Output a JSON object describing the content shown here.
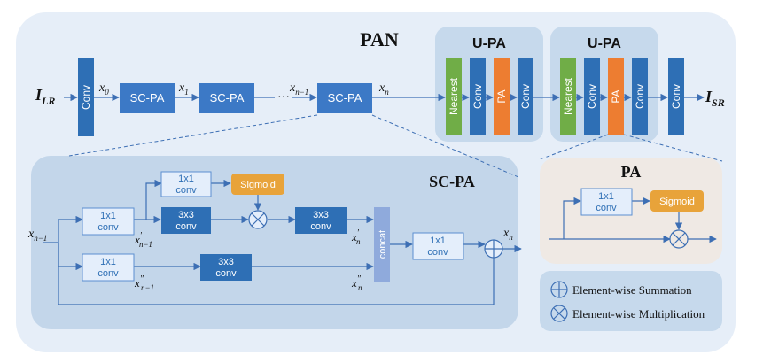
{
  "title": "PAN",
  "colors": {
    "outer_bg": "#e6eef8",
    "upa_bg": "#c6d9ec",
    "scpa_bg": "#c3d6ea",
    "pa_panel_bg": "#efe9e4",
    "legend_bg": "#c6d9ec",
    "dark_block": "#2e6fb5",
    "sc_block": "#3c79c6",
    "light_block_fill": "#e4eefb",
    "light_block_stroke": "#5b8fd0",
    "nearest_green": "#70ad47",
    "pa_orange": "#ed7d31",
    "sigmoid_gold": "#e8a33a",
    "concat_block": "#8faadc",
    "arrow": "#3d6fb4"
  },
  "main": {
    "input": {
      "base": "I",
      "sub": "LR"
    },
    "output": {
      "base": "I",
      "sub": "SR"
    },
    "conv": "Conv",
    "scpa_blocks": [
      "SC-PA",
      "SC-PA",
      "SC-PA"
    ],
    "x_labels": [
      {
        "base": "x",
        "sub": "0"
      },
      {
        "base": "x",
        "sub": "1"
      },
      {
        "base": "x",
        "sub": "n−1"
      },
      {
        "base": "x",
        "sub": "n"
      }
    ],
    "ellipsis": "···"
  },
  "upa": [
    {
      "label": "U-PA",
      "blocks": [
        "Nearest",
        "Conv",
        "PA",
        "Conv"
      ]
    },
    {
      "label": "U-PA",
      "blocks": [
        "Nearest",
        "Conv",
        "PA",
        "Conv"
      ]
    }
  ],
  "final_conv": "Conv",
  "scpa_detail": {
    "title": "SC-PA",
    "input": {
      "base": "x",
      "sub": "n−1"
    },
    "output": {
      "base": "x",
      "sub": "n"
    },
    "conv1x1_upper": [
      "1x1",
      "conv"
    ],
    "conv1x1_pa": [
      "1x1",
      "conv"
    ],
    "sigmoid": "Sigmoid",
    "conv3x3_a": [
      "3x3",
      "conv"
    ],
    "conv3x3_b": [
      "3x3",
      "conv"
    ],
    "conv1x1_lower": [
      "1x1",
      "conv"
    ],
    "conv3x3_lower": [
      "3x3",
      "conv"
    ],
    "concat": "concat",
    "conv1x1_out": [
      "1x1",
      "conv"
    ],
    "xp_label": {
      "base": "x",
      "sub": "n−1",
      "sup": "′"
    },
    "xpn_label": {
      "base": "x",
      "sub": "n",
      "sup": "′"
    },
    "xpp_label": {
      "base": "x",
      "sub": "n−1",
      "sup": "″"
    },
    "xppn_label": {
      "base": "x",
      "sub": "n",
      "sup": "″"
    }
  },
  "pa_detail": {
    "title": "PA",
    "conv": [
      "1x1",
      "conv"
    ],
    "sigmoid": "Sigmoid"
  },
  "legend": {
    "sum": "Element-wise Summation",
    "mul": "Element-wise Multiplication"
  }
}
